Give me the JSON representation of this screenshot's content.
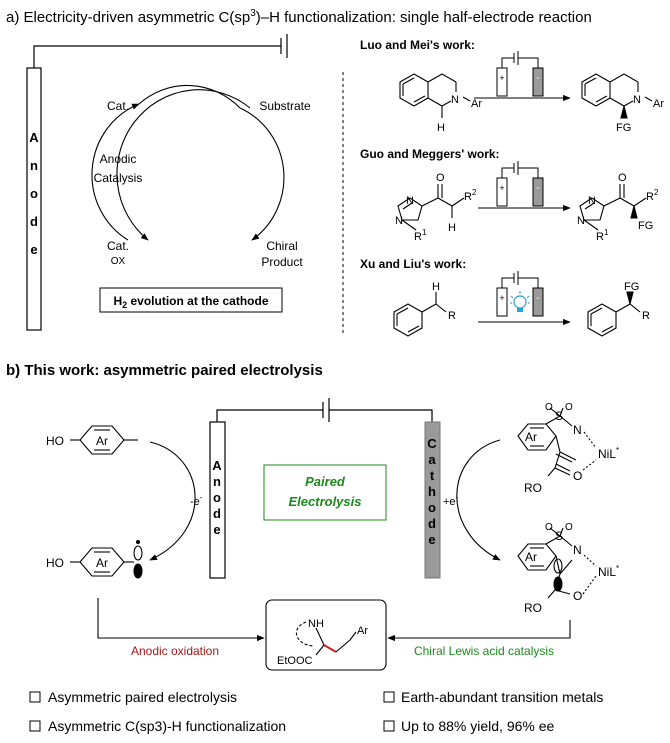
{
  "panel_a": {
    "header_prefix": "a) Electricity-driven asymmetric C(sp",
    "header_sup": "3",
    "header_suffix": ")–H functionalization: single half-electrode reaction",
    "anode_letters": [
      "A",
      "n",
      "o",
      "d",
      "e"
    ],
    "cat": "Cat.",
    "substrate": "Substrate",
    "anodic_1": "Anodic",
    "anodic_2": "Catalysis",
    "cat_ox_1": "Cat.",
    "cat_ox_2": "OX",
    "chiral_1": "Chiral",
    "chiral_2": "Product",
    "h2_h": "H",
    "h2_sub": "2",
    "h2_rest": " evolution at the cathode",
    "works": {
      "luo": "Luo and Mei's work:",
      "guo": "Guo and Meggers' work:",
      "xu": "Xu and Liu's work:"
    },
    "chem": {
      "n": "N",
      "ar": "Ar",
      "h": "H",
      "fg": "FG",
      "o": "O",
      "r2": "R",
      "two": "2",
      "r1": "R",
      "one": "1",
      "r": "R",
      "plus": "+",
      "minus": "-"
    }
  },
  "panel_b": {
    "header": "b) This work: asymmetric paired electrolysis",
    "anode_letters": [
      "A",
      "n",
      "o",
      "d",
      "e"
    ],
    "cathode_letters": [
      "C",
      "a",
      "t",
      "h",
      "o",
      "d",
      "e"
    ],
    "paired_1": "Paired",
    "paired_2": "Electrolysis",
    "minus_e": "-e",
    "minus_e_sup": "-",
    "plus_e": "+e",
    "plus_e_sup": "-",
    "ho": "HO",
    "ar": "Ar",
    "s": "S",
    "o": "O",
    "n": "N",
    "nil": "NiL",
    "star": "*",
    "ro": "RO",
    "nh": "NH",
    "etooc": "EtOOC",
    "anodic_oxidation": "Anodic oxidation",
    "chiral_lewis": "Chiral Lewis acid catalysis"
  },
  "bullets": [
    "Asymmetric paired electrolysis",
    "Earth-abundant transition metals",
    "Asymmetric C(sp3)-H functionalization",
    "Up to 88% yield, 96% ee"
  ],
  "colors": {
    "green": "#1a8a1a",
    "red_brown": "#a01818",
    "cathode_gray": "#9a9a9a",
    "red_bond": "#d42020",
    "blue_light": "#2a9fd6"
  }
}
